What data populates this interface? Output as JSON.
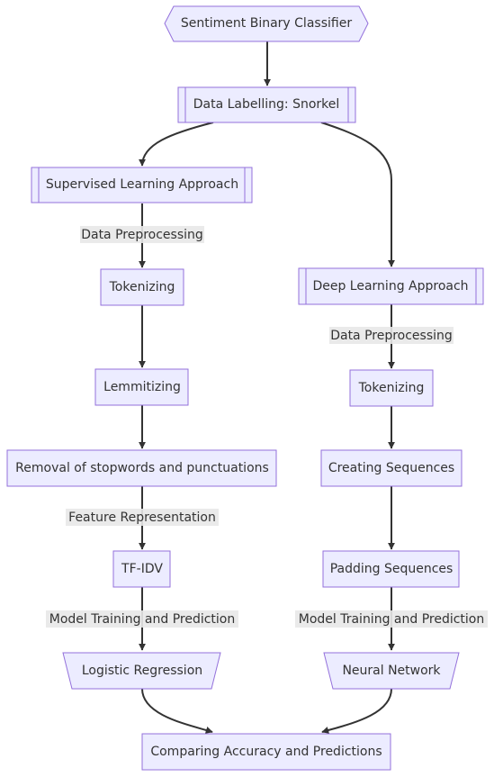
{
  "diagram": {
    "nodes": {
      "root": "Sentiment Binary Classifier",
      "labelling": "Data Labelling: Snorkel",
      "supervised": "Supervised Learning Approach",
      "deep": "Deep Learning Approach",
      "tok_left": "Tokenizing",
      "lemma": "Lemmitizing",
      "stopwords": "Removal of stopwords and punctuations",
      "tfidf": "TF-IDV",
      "logreg": "Logistic Regression",
      "tok_right": "Tokenizing",
      "create_seq": "Creating Sequences",
      "pad_seq": "Padding Sequences",
      "nn": "Neural Network",
      "compare": "Comparing Accuracy and Predictions"
    },
    "edge_labels": {
      "preproc_left": "Data Preprocessing",
      "preproc_right": "Data Preprocessing",
      "feature": "Feature Representation",
      "train_left": "Model Training and Prediction",
      "train_right": "Model Training and Prediction"
    }
  }
}
